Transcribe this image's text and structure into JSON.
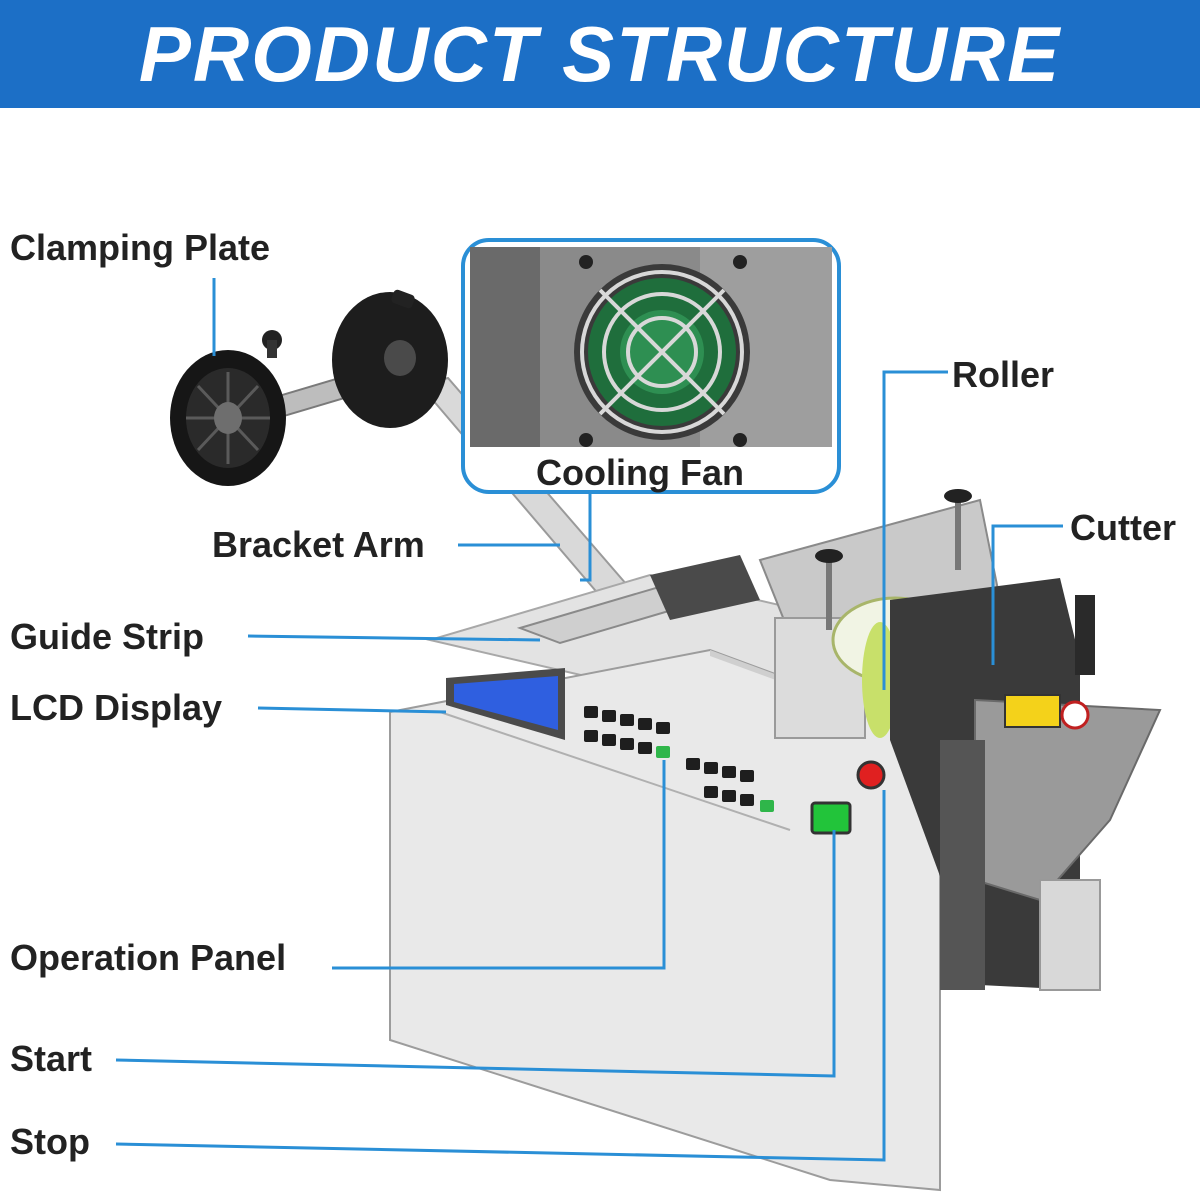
{
  "header": {
    "title": "PRODUCT STRUCTURE"
  },
  "labels": {
    "clamping_plate": "Clamping Plate",
    "cooling_fan": "Cooling Fan",
    "roller": "Roller",
    "cutter": "Cutter",
    "bracket_arm": "Bracket Arm",
    "guide_strip": "Guide Strip",
    "lcd_display": "LCD Display",
    "operation_panel": "Operation Panel",
    "start": "Start",
    "stop": "Stop"
  },
  "colors": {
    "banner": "#1c6fc6",
    "leader_line": "#2a8fd6",
    "start_button": "#22c43a",
    "stop_button": "#e02020",
    "lcd_screen": "#2f5fe0"
  }
}
